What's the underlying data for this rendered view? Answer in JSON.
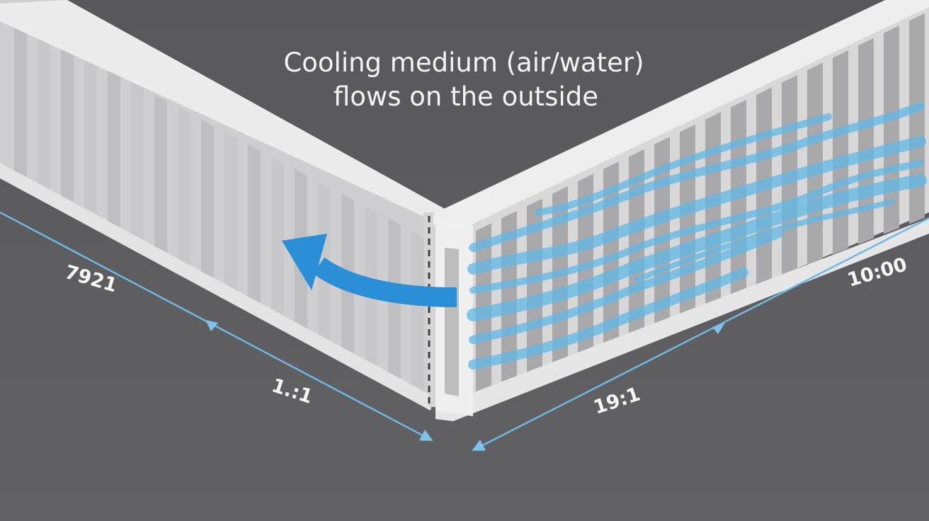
{
  "title": {
    "line1": "Cooling medium (air/water)",
    "line2": "flows on the outside"
  },
  "dimensions": {
    "left_outer": "7921",
    "left_inner": "1.:1",
    "right_outer": "10:00",
    "right_inner": "19:1"
  },
  "colors": {
    "background": "#5f5f61",
    "frame": "#e9e9e9",
    "slat_left": "#dedede",
    "slat_right": "#c9c9c9",
    "flow": "#5fb8e6",
    "arrow": "#2b8fd8",
    "dimension_line": "#6fb8e4"
  },
  "icons": {
    "flow_arrow": "curved-arrow-left-icon",
    "dimension_arrow": "arrowhead-icon"
  }
}
